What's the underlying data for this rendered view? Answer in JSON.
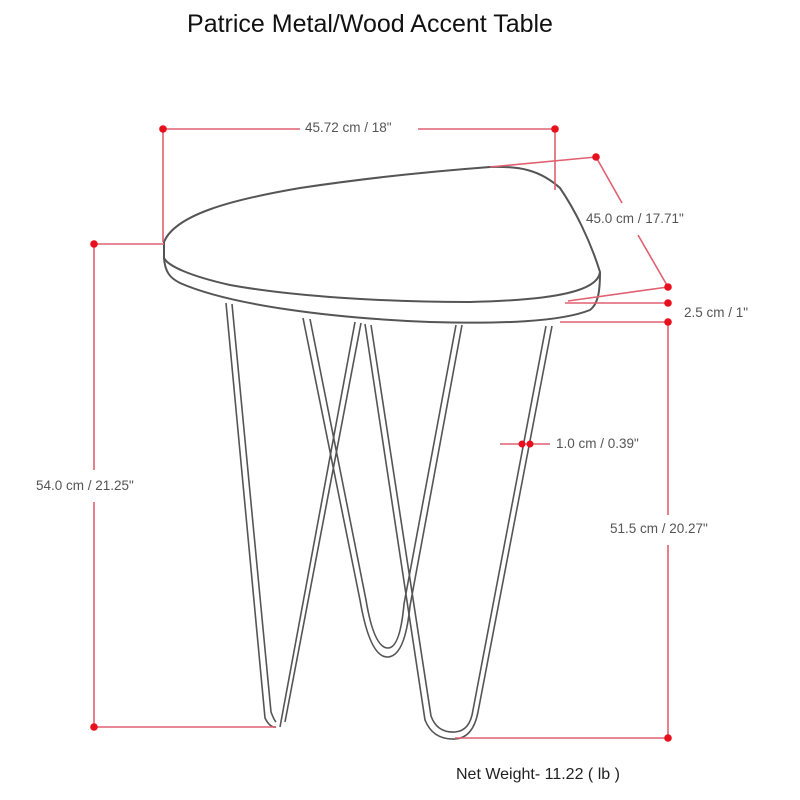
{
  "title": "Patrice Metal/Wood Accent Table",
  "dimensions": {
    "top_width": "45.72 cm / 18\"",
    "top_depth": "45.0 cm / 17.71\"",
    "top_thickness": "2.5 cm / 1\"",
    "overall_height": "54.0 cm / 21.25\"",
    "leg_height": "51.5 cm / 20.27\"",
    "leg_diameter": "1.0 cm / 0.39\""
  },
  "net_weight": "Net Weight- 11.22 ( lb )",
  "colors": {
    "dimension_line": "#e06070",
    "dimension_dot": "#e8101c",
    "outline": "#555555",
    "label_text": "#555555"
  }
}
